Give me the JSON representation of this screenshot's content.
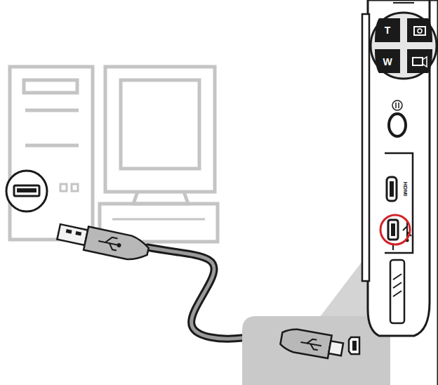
{
  "diagram": {
    "labels": [
      "T",
      "W",
      "HDMI"
    ]
  }
}
